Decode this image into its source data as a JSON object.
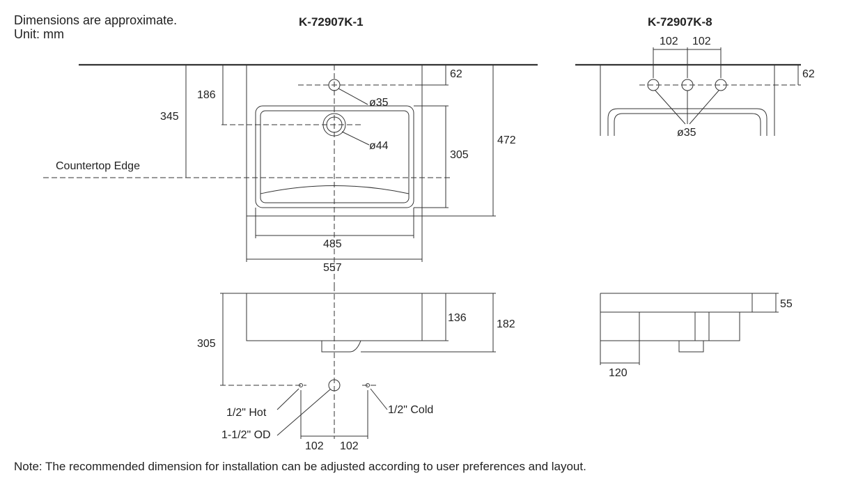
{
  "header": {
    "disclaimer": "Dimensions are approximate.",
    "unit": "Unit: mm"
  },
  "models": {
    "left_title": "K-72907K-1",
    "right_title": "K-72907K-8"
  },
  "top_view_left": {
    "dim_62": "62",
    "dim_186": "186",
    "dim_345": "345",
    "dim_472": "472",
    "dim_305": "305",
    "dim_485": "485",
    "dim_557": "557",
    "faucet_hole": "ø35",
    "drain_hole": "ø44",
    "countertop_edge": "Countertop Edge"
  },
  "top_view_right": {
    "dim_102a": "102",
    "dim_102b": "102",
    "dim_62": "62",
    "faucet_holes": "ø35"
  },
  "side_view_left": {
    "dim_136": "136",
    "dim_182": "182",
    "dim_305": "305",
    "hot": "1/2\" Hot",
    "cold": "1/2\" Cold",
    "od": "1-1/2\" OD",
    "dim_102a": "102",
    "dim_102b": "102"
  },
  "side_view_right": {
    "dim_55": "55",
    "dim_120": "120"
  },
  "footer": {
    "note": "Note: The recommended dimension for installation can be adjusted according to user preferences and layout."
  }
}
